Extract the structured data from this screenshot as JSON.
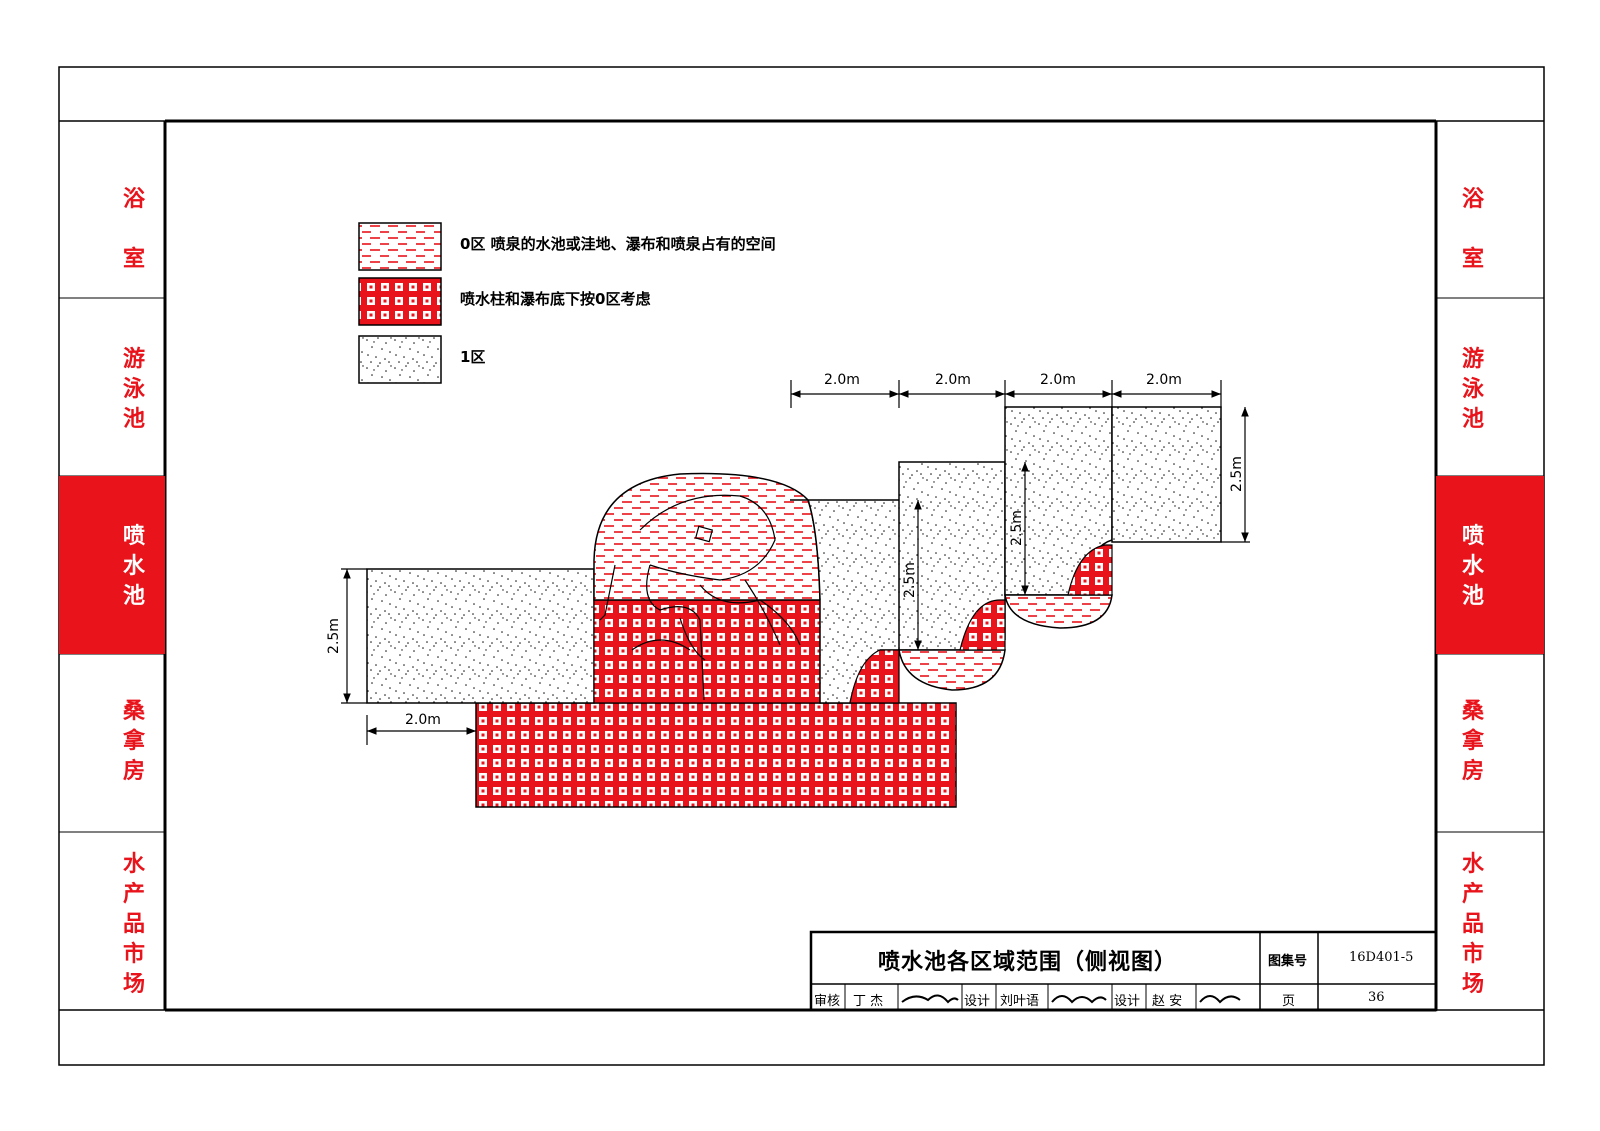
{
  "side_tabs": [
    {
      "label": "浴室",
      "active": false
    },
    {
      "label": "游泳池",
      "active": false
    },
    {
      "label": "喷水池",
      "active": true
    },
    {
      "label": "桑拿房",
      "active": false
    },
    {
      "label": "水产品市场",
      "active": false
    }
  ],
  "legend": [
    {
      "pattern": "dashes",
      "text": "0区  喷泉的水池或洼地、瀑布和喷泉占有的空间"
    },
    {
      "pattern": "squares",
      "text": "喷水柱和瀑布底下按0区考虑"
    },
    {
      "pattern": "dots",
      "text": "1区"
    }
  ],
  "dimensions": {
    "top_widths": [
      "2.0m",
      "2.0m",
      "2.0m",
      "2.0m"
    ],
    "left_height": "2.5m",
    "left_width": "2.0m",
    "step_height_1": "2.5m",
    "step_height_2": "2.5m",
    "right_height": "2.5m"
  },
  "title_block": {
    "title": "喷水池各区域范围（侧视图）",
    "atlas_label": "图集号",
    "atlas_value": "16D401-5",
    "page_label": "页",
    "page_value": "36",
    "review_label": "审核",
    "review_name": "丁 杰",
    "design_label_1": "设计",
    "design_name_1": "刘叶语",
    "design_label_2": "设计",
    "design_name_2": "赵 安"
  },
  "colors": {
    "accent_red": "#e8131b",
    "zone_fill": "#ffffff",
    "line": "#000000"
  }
}
